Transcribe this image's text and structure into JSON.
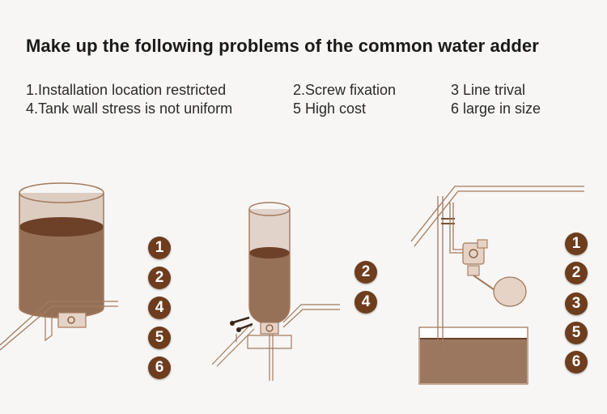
{
  "heading": "Make up the following problems of the common water adder",
  "problems": [
    "1.Installation location restricted",
    "2.Screw fixation",
    "3 Line trival",
    "4.Tank wall stress is not uniform",
    "5 High cost",
    "6  large in size"
  ],
  "colors": {
    "water": "#7a5136",
    "glass": "#c8a894",
    "outline": "#a47a5e",
    "badge": "#6e3d1d"
  },
  "diagrams": {
    "tank_adder": {
      "badges": [
        "1",
        "2",
        "4",
        "5",
        "6"
      ]
    },
    "bottle_adder": {
      "badges": [
        "2",
        "4"
      ]
    },
    "float_valve_adder": {
      "badges": [
        "1",
        "2",
        "3",
        "5",
        "6"
      ]
    }
  }
}
